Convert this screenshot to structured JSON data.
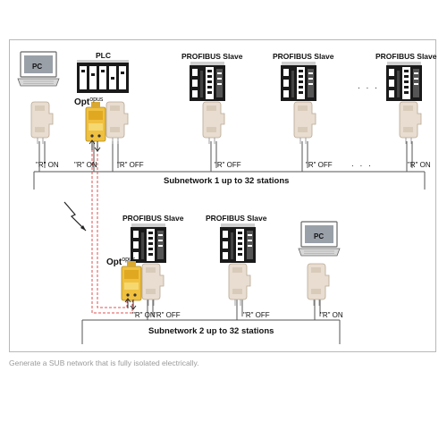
{
  "labels": {
    "pc": "PC",
    "plc": "PLC",
    "slave": "PROFIBUS Slave",
    "opt_main": "Opt",
    "opt_sup": "opus",
    "r_on": "\"R\" ON",
    "r_off": "\"R\" OFF",
    "ellipsis": ". . ."
  },
  "subnet1": {
    "title": "Subnetwork 1 up to 32 stations"
  },
  "subnet2": {
    "title": "Subnetwork 2 up to 32 stations"
  },
  "caption": "Generate a SUB network that is fully isolated electrically.",
  "icons": [
    "computer-icon",
    "plc-icon",
    "profibus-module-icon",
    "connector-icon",
    "optopus-icon",
    "lightning-icon"
  ],
  "colors": {
    "connector": "#e8ddd0",
    "optopus": "#f0c040",
    "fiber": "#e05050",
    "bus": "#555555",
    "module": "#1a1a1a"
  }
}
